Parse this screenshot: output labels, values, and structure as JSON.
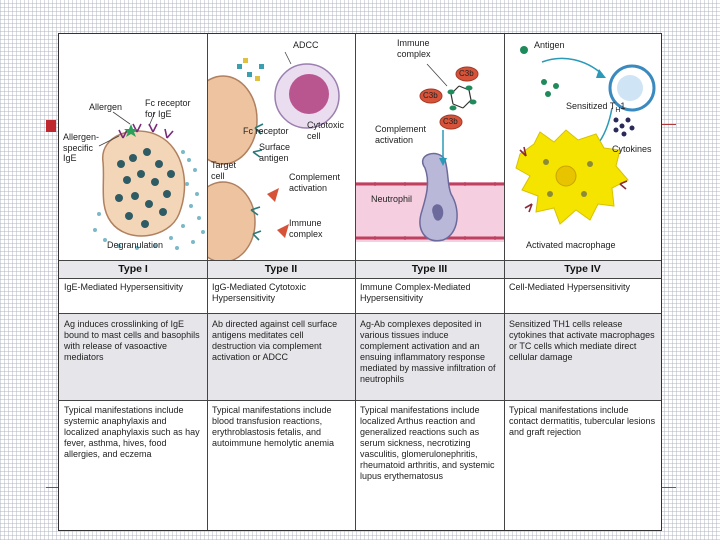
{
  "slide": {
    "accent_color": "#c0282f"
  },
  "diagram": {
    "panel1": {
      "allergen": "Allergen",
      "fc_receptor": "Fc receptor\nfor IgE",
      "allergen_specific": "Allergen-\nspecific\nIgE",
      "degranulation": "Degranulation"
    },
    "panel2": {
      "adcc": "ADCC",
      "fc_receptor": "Fc receptor",
      "cytotoxic": "Cytotoxic\ncell",
      "surface_antigen": "Surface\nantigen",
      "target_cell": "Target\ncell",
      "complement": "Complement\nactivation",
      "immune_complex": "Immune\ncomplex"
    },
    "panel3": {
      "immune_complex": "Immune\ncomplex",
      "c3b": "C3b",
      "complement": "Complement\nactivation",
      "neutrophil": "Neutrophil"
    },
    "panel4": {
      "antigen": "Antigen",
      "sensitized": "Sensitized T",
      "sensitized_sub": "H",
      "sensitized_num": "1",
      "cytokines": "Cytokines",
      "activated_macrophage": "Activated macrophage"
    }
  },
  "table": {
    "types": [
      "Type I",
      "Type II",
      "Type III",
      "Type IV"
    ],
    "names": [
      "IgE-Mediated Hypersensitivity",
      "IgG-Mediated Cytotoxic Hypersensitivity",
      "Immune Complex-Mediated Hypersensitivity",
      "Cell-Mediated Hypersensitivity"
    ],
    "mechanisms": [
      "Ag induces crosslinking of IgE bound to mast cells and basophils with release of vasoactive mediators",
      "Ab directed against cell surface antigens meditates cell destruction via complement activation or ADCC",
      "Ag-Ab complexes deposited in various tissues induce complement activation and an ensuing inflammatory response mediated by massive infiltration of neutrophils",
      "Sensitized TH1 cells release cytokines that activate macrophages or TC cells which mediate direct cellular damage"
    ],
    "manifestations": [
      "Typical manifestations include systemic anaphylaxis and localized anaphylaxis such as hay fever, asthma, hives, food allergies, and eczema",
      "Typical manifestations include blood transfusion reactions, erythroblastosis fetalis, and autoimmune hemolytic anemia",
      "Typical manifestations include localized Arthus reaction and generalized reactions such as serum sickness, necrotizing vasculitis, glomerulonephritis, rheumatoid arthritis, and systemic lupus erythematosus",
      "Typical manifestations include contact dermatitis, tubercular lesions and graft rejection"
    ]
  }
}
